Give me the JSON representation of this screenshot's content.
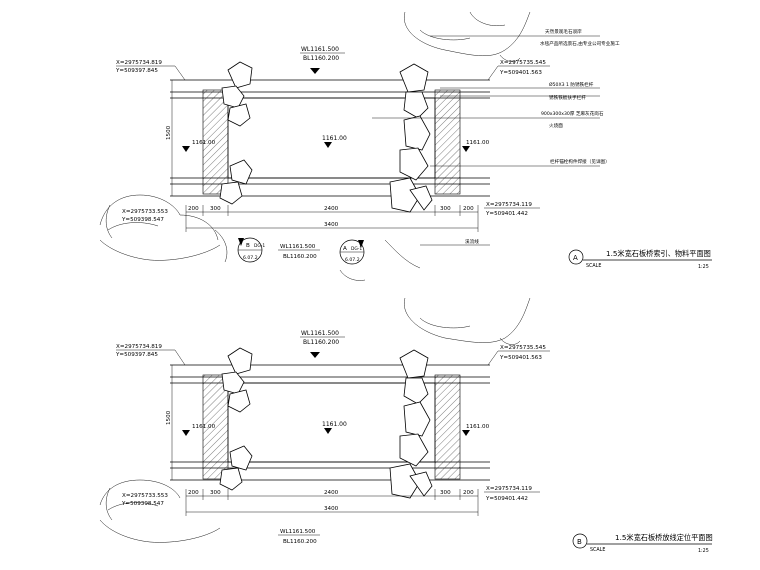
{
  "plans": [
    {
      "id": "A",
      "title": "1.5米宽石板桥索引、物料平面图",
      "scale_label": "SCALE",
      "scale_value": "1:25",
      "top_elev_wl": "WL1161.500",
      "top_elev_bl": "BL1160.200",
      "bottom_elev_wl": "WL1161.500",
      "bottom_elev_bl": "BL1160.200",
      "center_elev": "1161.00",
      "coord_tl_x": "X=2975734.819",
      "coord_tl_y": "Y=509397.845",
      "coord_tr_x": "X=2975735.545",
      "coord_tr_y": "Y=509401.563",
      "coord_bl_x": "X=2975733.553",
      "coord_bl_y": "Y=509398.547",
      "coord_br_x": "X=2975734.119",
      "coord_br_y": "Y=509401.442",
      "dim_overall": "3400",
      "dim_span": "2400",
      "dim_left_a": "200",
      "dim_left_b": "300",
      "dim_right_a": "300",
      "dim_right_b": "200",
      "dim_vertical": "1500",
      "left_elev": "1161.00",
      "right_elev": "1161.00",
      "callouts": [
        "天然景观毛石驳岸",
        "水毯产品所选景石,由专业公司专业施工",
        "Ø50X3 1 防锈铁栏杆",
        "锈铁铁板扶手栏杆",
        "900x300x30厚 芝麻灰花岗石",
        "火烧面",
        "栏杆锚栓构件焊接（见详图）"
      ],
      "water_label": "溪流线",
      "section_b_label": "B",
      "section_b_ref": "6.07.2",
      "section_b_num": "DG-1",
      "section_a_label": "A",
      "section_a_ref": "6.07.2",
      "section_a_num": "DG-1"
    },
    {
      "id": "B",
      "title": "1.5米宽石板桥放线定位平面图",
      "scale_label": "SCALE",
      "scale_value": "1:25",
      "top_elev_wl": "WL1161.500",
      "top_elev_bl": "BL1160.200",
      "bottom_elev_wl": "WL1161.500",
      "bottom_elev_bl": "BL1160.200",
      "center_elev": "1161.00",
      "coord_tl_x": "X=2975734.819",
      "coord_tl_y": "Y=509397.845",
      "coord_tr_x": "X=2975735.545",
      "coord_tr_y": "Y=509401.563",
      "coord_bl_x": "X=2975733.553",
      "coord_bl_y": "Y=509398.547",
      "coord_br_x": "X=2975734.119",
      "coord_br_y": "Y=509401.442",
      "dim_overall": "3400",
      "dim_span": "2400",
      "dim_left_a": "200",
      "dim_left_b": "300",
      "dim_right_a": "300",
      "dim_right_b": "200",
      "dim_vertical": "1500",
      "left_elev": "1161.00",
      "right_elev": "1161.00"
    }
  ]
}
